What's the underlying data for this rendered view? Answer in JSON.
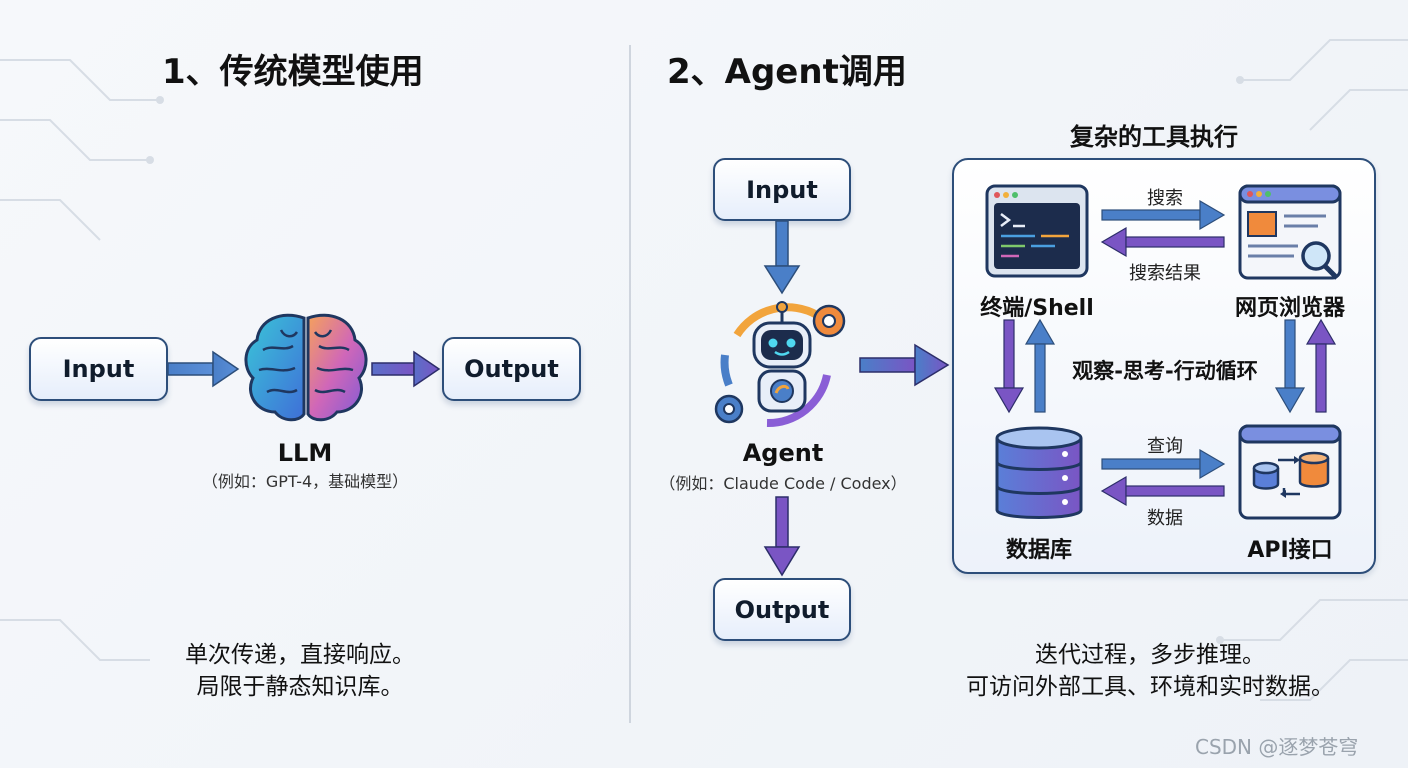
{
  "left": {
    "title": "1、传统模型使用",
    "input_label": "Input",
    "output_label": "Output",
    "model_label": "LLM",
    "model_note": "（例如：GPT-4，基础模型）",
    "caption_line1": "单次传递，直接响应。",
    "caption_line2": "局限于静态知识库。"
  },
  "right": {
    "title": "2、Agent调用",
    "input_label": "Input",
    "output_label": "Output",
    "agent_label": "Agent",
    "agent_note": "（例如：Claude Code / Codex）",
    "tools_title": "复杂的工具执行",
    "terminal_label": "终端/Shell",
    "browser_label": "网页浏览器",
    "database_label": "数据库",
    "api_label": "API接口",
    "search_label": "搜索",
    "search_result_label": "搜索结果",
    "query_label": "查询",
    "data_label": "数据",
    "loop_label": "观察-思考-行动循环",
    "caption_line1": "迭代过程，多步推理。",
    "caption_line2": "可访问外部工具、环境和实时数据。"
  },
  "watermark": "CSDN @逐梦苍穹",
  "colors": {
    "box_border": "#2d4e7a",
    "arrow_blue": "#4a7fc8",
    "arrow_purple": "#7a55c4",
    "divider": "#cfd5de"
  }
}
